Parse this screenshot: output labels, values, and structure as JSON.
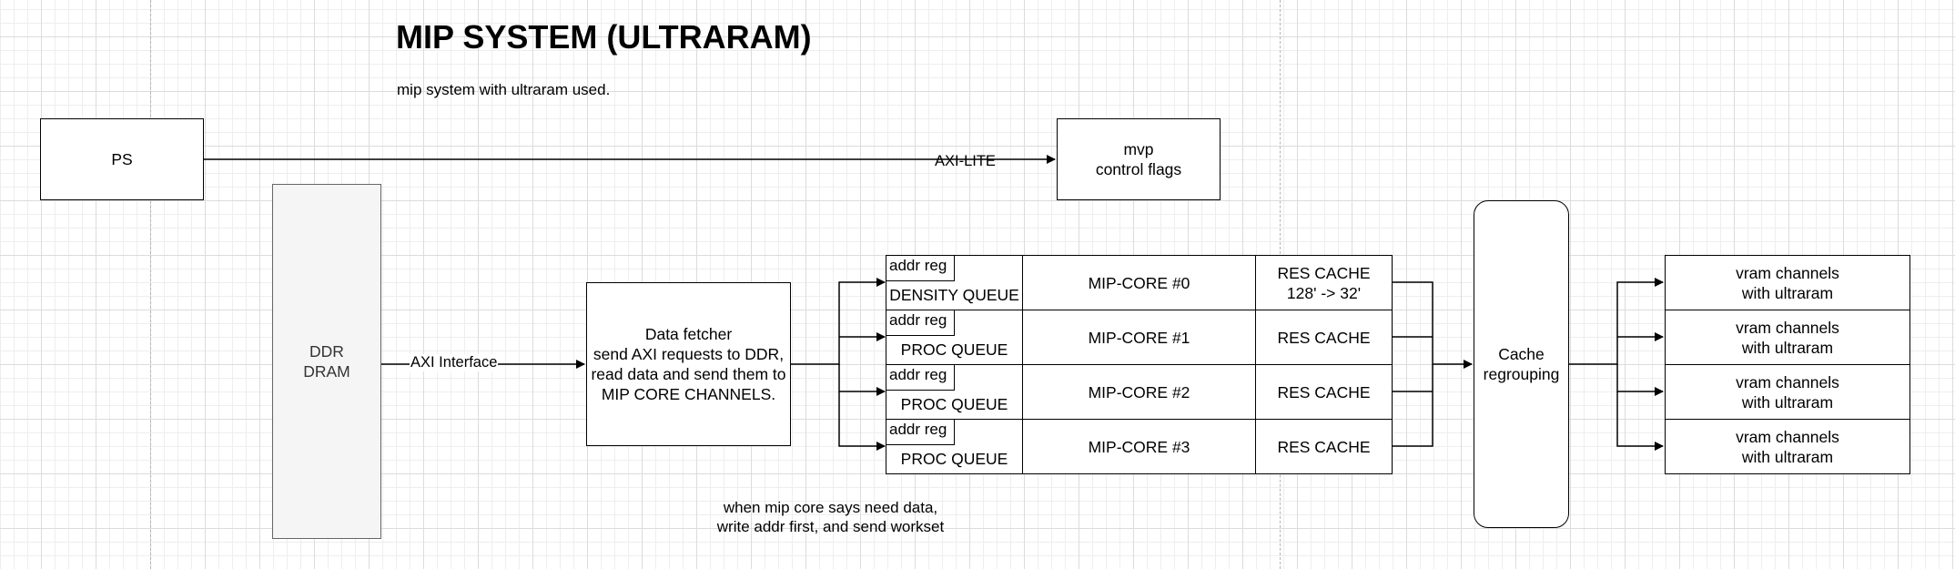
{
  "diagram": {
    "title": "MIP SYSTEM (ULTRARAM)",
    "subtitle": "mip system with ultraram used.",
    "nodes": {
      "ps": "PS",
      "mvp": "mvp\ncontrol flags",
      "ddr": "DDR\nDRAM",
      "fetcher": "Data fetcher\nsend AXI requests to DDR,\nread data and send them to\nMIP CORE CHANNELS.",
      "regroup": "Cache\nregrouping"
    },
    "edge_labels": {
      "axi_lite": "AXI-LITE",
      "axi_interface": "AXI Interface"
    },
    "channels": [
      {
        "reg": "addr reg",
        "queue": "DENSITY QUEUE",
        "core": "MIP-CORE #0",
        "cache": "RES CACHE\n128' -> 32'",
        "vram": "vram channels\nwith ultraram"
      },
      {
        "reg": "addr reg",
        "queue": "PROC QUEUE",
        "core": "MIP-CORE #1",
        "cache": "RES CACHE",
        "vram": "vram channels\nwith ultraram"
      },
      {
        "reg": "addr reg",
        "queue": "PROC QUEUE",
        "core": "MIP-CORE #2",
        "cache": "RES CACHE",
        "vram": "vram channels\nwith ultraram"
      },
      {
        "reg": "addr reg",
        "queue": "PROC QUEUE",
        "core": "MIP-CORE #3",
        "cache": "RES CACHE",
        "vram": "vram channels\nwith ultraram"
      }
    ],
    "note": "when mip core says need data,\nwrite addr first, and send workset"
  }
}
